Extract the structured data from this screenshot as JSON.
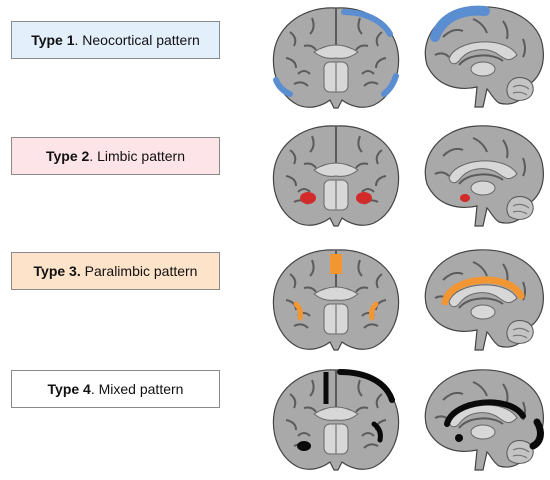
{
  "rows": [
    {
      "type": "Type 1",
      "pattern": "Neocortical pattern",
      "box_color": "#e3f0fc",
      "lesion_color": "#5b8ed0"
    },
    {
      "type": "Type 2",
      "pattern": "Limbic pattern",
      "box_color": "#fde4e8",
      "lesion_color": "#d32a2a"
    },
    {
      "type": "Type 3.",
      "pattern": "Paralimbic pattern",
      "box_color": "#fde3c9",
      "lesion_color": "#f29533"
    },
    {
      "type": "Type 4",
      "pattern": "Mixed pattern",
      "box_color": "#ffffff",
      "lesion_color": "#0a0a0a"
    }
  ],
  "colors": {
    "brain_fill": "#a9a9a9",
    "sulcus": "#5b5b5b",
    "white_matter": "#d7d7d7"
  },
  "icons": {
    "coronal": "coronal-brain-section-icon",
    "sagittal": "sagittal-brain-section-icon"
  }
}
